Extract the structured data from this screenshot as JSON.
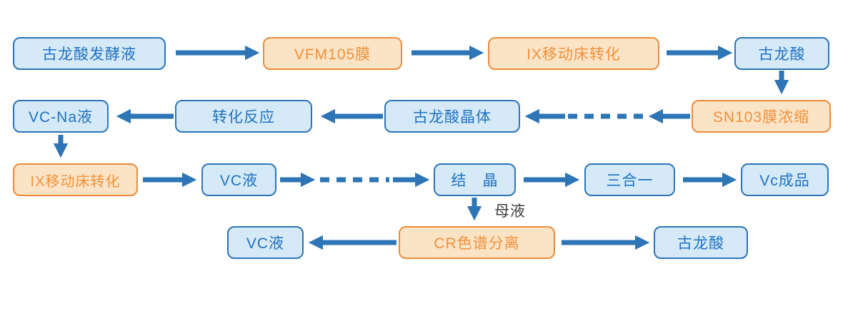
{
  "colors": {
    "blue_fill": "#D5E9F7",
    "blue_border": "#2E75B6",
    "blue_text": "#1F72C2",
    "orange_fill": "#FBE3C5",
    "orange_border": "#ED8C3C",
    "orange_text": "#F0923C",
    "arrow": "#2E75B6",
    "note_text": "#3F3F3F"
  },
  "nodes": {
    "fermentation_broth": {
      "label": "古龙酸发酵液",
      "style": "blue"
    },
    "vfm105_membrane": {
      "label": "VFM105膜",
      "style": "orange"
    },
    "ix_moving_bed_1": {
      "label": "IX移动床转化",
      "style": "orange"
    },
    "gulonic_acid_1": {
      "label": "古龙酸",
      "style": "blue"
    },
    "vc_na_liquid": {
      "label": "VC-Na液",
      "style": "blue"
    },
    "conversion_reaction": {
      "label": "转化反应",
      "style": "blue"
    },
    "gulonic_acid_crystal": {
      "label": "古龙酸晶体",
      "style": "blue"
    },
    "sn103_membrane_concentration": {
      "label": "SN103膜浓缩",
      "style": "orange"
    },
    "ix_moving_bed_2": {
      "label": "IX移动床转化",
      "style": "orange"
    },
    "vc_liquid_1": {
      "label": "VC液",
      "style": "blue"
    },
    "crystallization": {
      "label": "结　晶",
      "style": "blue"
    },
    "three_in_one": {
      "label": "三合一",
      "style": "blue"
    },
    "vc_finished_product": {
      "label": "Vc成品",
      "style": "blue"
    },
    "vc_liquid_2": {
      "label": "VC液",
      "style": "blue"
    },
    "cr_chromatographic_separation": {
      "label": "CR色谱分离",
      "style": "orange"
    },
    "gulonic_acid_2": {
      "label": "古龙酸",
      "style": "blue"
    }
  },
  "annotations": {
    "mother_liquor": "母液"
  }
}
